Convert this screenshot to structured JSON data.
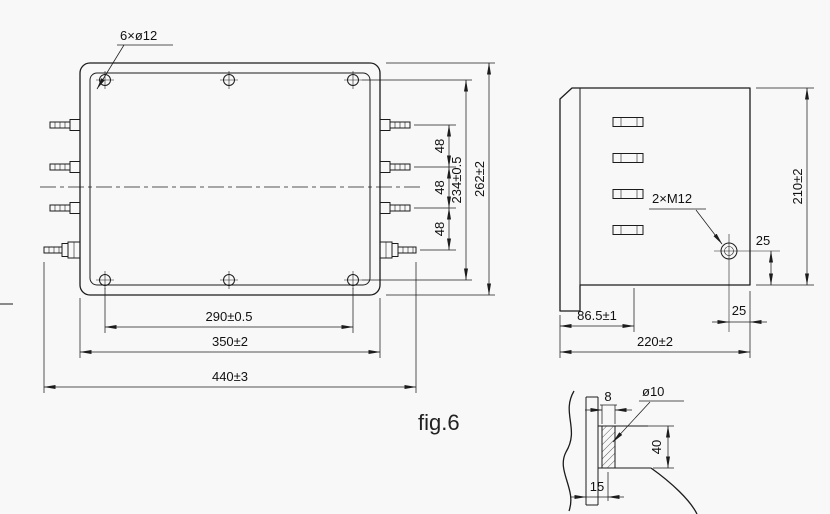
{
  "colors": {
    "background": "#f8f8f8",
    "line": "#1c1c1c",
    "text": "#111111"
  },
  "figure_caption": "fig.6",
  "front_view": {
    "hole_callout": "6×ø12",
    "dims": {
      "stud_spacing_1": "48",
      "stud_spacing_2": "48",
      "stud_spacing_3": "48",
      "mount_hole_vertical": "234±0.5",
      "overall_height": "262±2",
      "mount_hole_horizontal": "290±0.5",
      "body_width": "350±2",
      "overall_width": "440±3"
    }
  },
  "side_view": {
    "hole_callout": "2×M12",
    "dims": {
      "overall_height": "210±2",
      "hole_offset_vertical": "25",
      "hole_offset_horizontal": "25",
      "flange_depth": "86.5±1",
      "overall_depth": "220±2"
    }
  },
  "detail_view": {
    "dims": {
      "slot_width": "8",
      "hole_diameter": "ø10",
      "slot_length": "40",
      "edge_offset": "15"
    }
  }
}
